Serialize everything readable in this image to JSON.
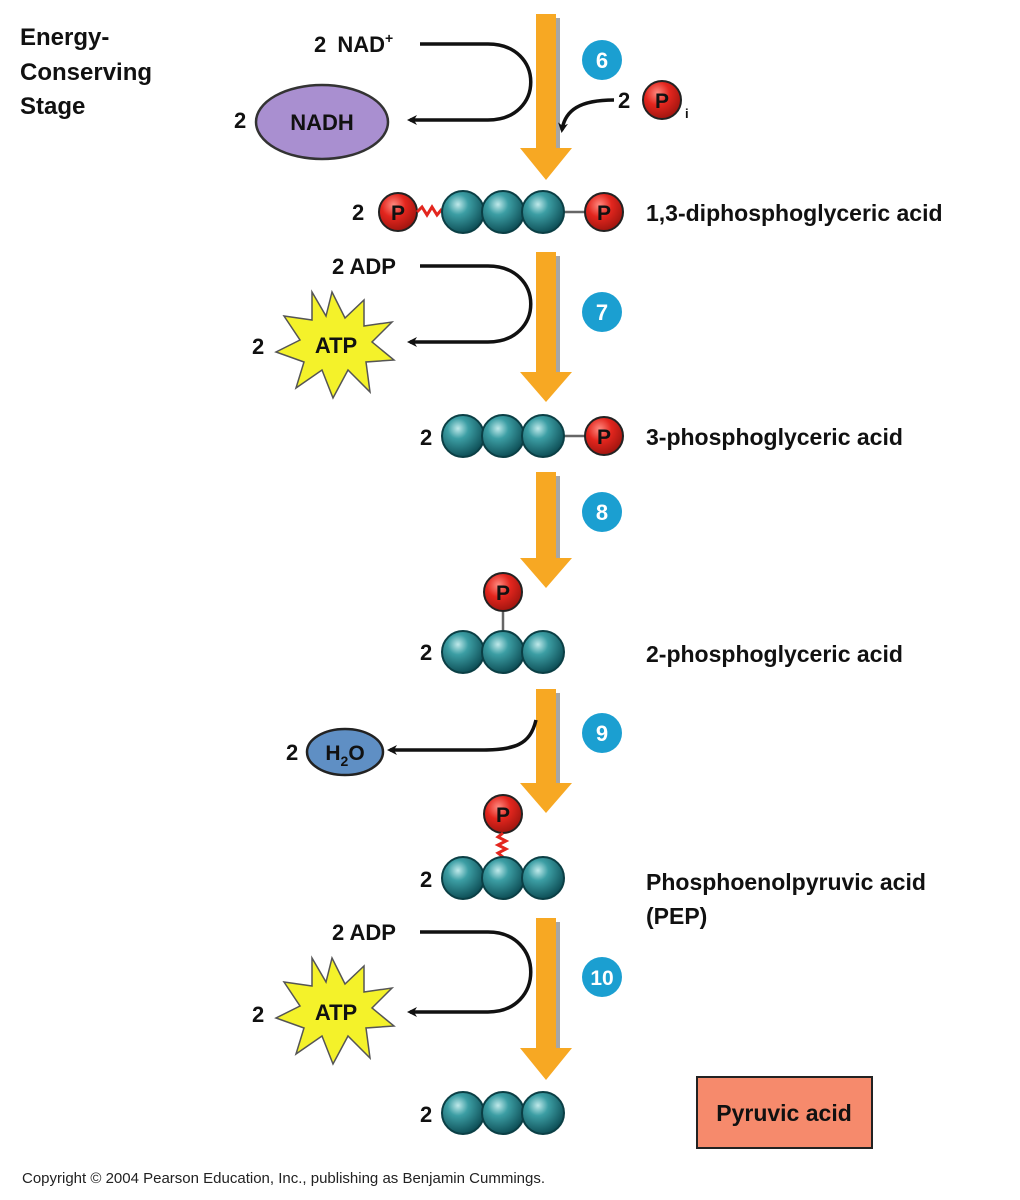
{
  "stage_title_lines": [
    "Energy-",
    "Conserving",
    "Stage"
  ],
  "steps": [
    {
      "number": "6"
    },
    {
      "number": "7"
    },
    {
      "number": "8"
    },
    {
      "number": "9"
    },
    {
      "number": "10"
    }
  ],
  "inputs": {
    "nad": {
      "coef": "2",
      "text": "NAD",
      "sup": "+"
    },
    "pi": {
      "coef": "2",
      "symbol": "P",
      "sub": "i"
    },
    "adp_1": "2 ADP",
    "adp_2": "2 ADP"
  },
  "outputs": {
    "nadh": {
      "coef": "2",
      "text": "NADH"
    },
    "atp_1": {
      "coef": "2",
      "text": "ATP"
    },
    "water": {
      "coef": "2",
      "text": "H",
      "sub": "2",
      "tail": "O"
    },
    "atp_2": {
      "coef": "2",
      "text": "ATP"
    }
  },
  "molecules": [
    {
      "coef": "2",
      "name": "1,3-diphosphoglyceric acid"
    },
    {
      "coef": "2",
      "name": "3-phosphoglyceric acid"
    },
    {
      "coef": "2",
      "name": "2-phosphoglyceric acid"
    },
    {
      "coef": "2",
      "name_lines": [
        "Phosphoenolpyruvic acid",
        "(PEP)"
      ]
    },
    {
      "coef": "2",
      "name": "Pyruvic acid"
    }
  ],
  "phosphate_symbol": "P",
  "colors": {
    "main_arrow": "#f7a823",
    "carbon": "#1f7d84",
    "phosphate": "#e3261e",
    "step_circle": "#1b9fd1",
    "nadh": "#a98fd0",
    "atp_star": "#f4f22a",
    "water": "#5f8fc4",
    "pyruvate_box": "#f68a6c"
  },
  "copyright": "Copyright © 2004 Pearson Education, Inc., publishing as Benjamin Cummings."
}
